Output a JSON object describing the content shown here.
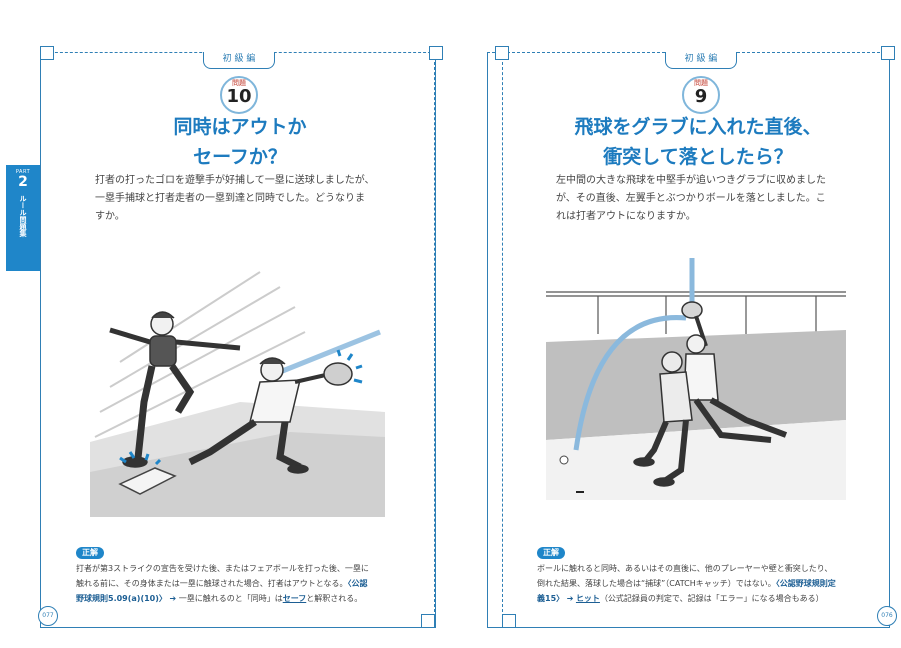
{
  "side_tab": {
    "part": "PART",
    "number": "2",
    "label": "ルール問題集"
  },
  "left": {
    "level": "初 級 編",
    "q_label": "問題",
    "q_number": "10",
    "title_1": "同時はアウトか",
    "title_2": "セーフか？",
    "question": [
      "打者の打ったゴロを遊撃手が好捕して一塁に送球しましたが、",
      "一塁手捕球と打者走者の一塁到達と同時でした。どうなりま",
      "すか。"
    ],
    "answer_badge": "正解",
    "answer_1": "打者が第3ストライクの宣告を受けた後、またはフェアボールを打った後、一塁に",
    "answer_2": "触れる前に、その身体または一塁に触球された場合、打者はアウトとなる。",
    "answer_ref_open": "〈公認",
    "answer_ref": "野球規則5.09(a)(10)〉",
    "answer_arrow": "➔",
    "answer_pre": " 一塁に触れるのと「同時」は",
    "answer_key": "セーフ",
    "answer_post": "と解釈される。",
    "page_number": "077"
  },
  "right": {
    "level": "初 級 編",
    "q_label": "問題",
    "q_number": "9",
    "title_1": "飛球をグラブに入れた直後、",
    "title_2": "衝突して落としたら？",
    "question": [
      "左中間の大きな飛球を中堅手が追いつきグラブに収めました",
      "が、その直後、左翼手とぶつかりボールを落としました。こ",
      "れは打者アウトになりますか。"
    ],
    "answer_badge": "正解",
    "answer_1": "ボールに触れると同時、あるいはその直後に、他のプレーヤーや壁と衝突したり、",
    "answer_2": "倒れた結果、落球した場合は“捕球”（CATCHキャッチ）ではない。",
    "answer_ref_open": "〈公認野球規則定",
    "answer_ref": "義15〉",
    "answer_arrow": "➔",
    "answer_key": "ヒット",
    "answer_post": "（公式記録員の判定で、記録は「エラー」になる場合もある）",
    "page_number": "076"
  },
  "colors": {
    "accent": "#1d7bbf",
    "tab": "#1f86c9"
  }
}
